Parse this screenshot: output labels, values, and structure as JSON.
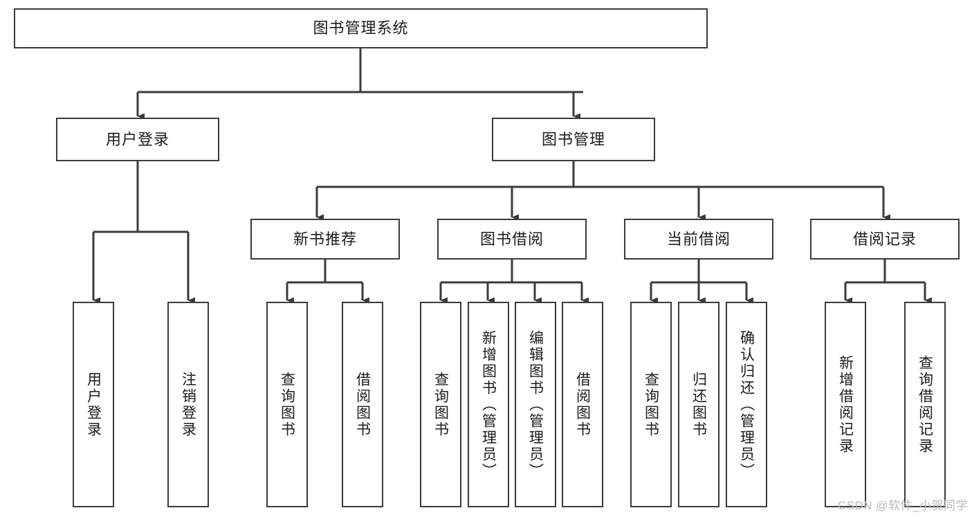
{
  "diagram": {
    "title": "图书管理系统",
    "watermark": "CSDN @软件_小贺同学",
    "line_color": "#3a3a3a",
    "text_color": "#1b1b1b",
    "background": "#ffffff",
    "root": {
      "label": "图书管理系统"
    },
    "level2": [
      {
        "label": "用户登录"
      },
      {
        "label": "图书管理"
      }
    ],
    "level3": [
      {
        "label": "新书推荐"
      },
      {
        "label": "图书借阅"
      },
      {
        "label": "当前借阅"
      },
      {
        "label": "借阅记录"
      }
    ],
    "leaves": [
      {
        "label": "用户登录"
      },
      {
        "label": "注销登录"
      },
      {
        "label": "查询图书"
      },
      {
        "label": "借阅图书"
      },
      {
        "label": "查询图书"
      },
      {
        "label": "新增图书（管理员）"
      },
      {
        "label": "编辑图书（管理员）"
      },
      {
        "label": "借阅图书"
      },
      {
        "label": "查询图书"
      },
      {
        "label": "归还图书"
      },
      {
        "label": "确认归还（管理员）"
      },
      {
        "label": "新增借阅记录"
      },
      {
        "label": "查询借阅记录"
      }
    ]
  }
}
